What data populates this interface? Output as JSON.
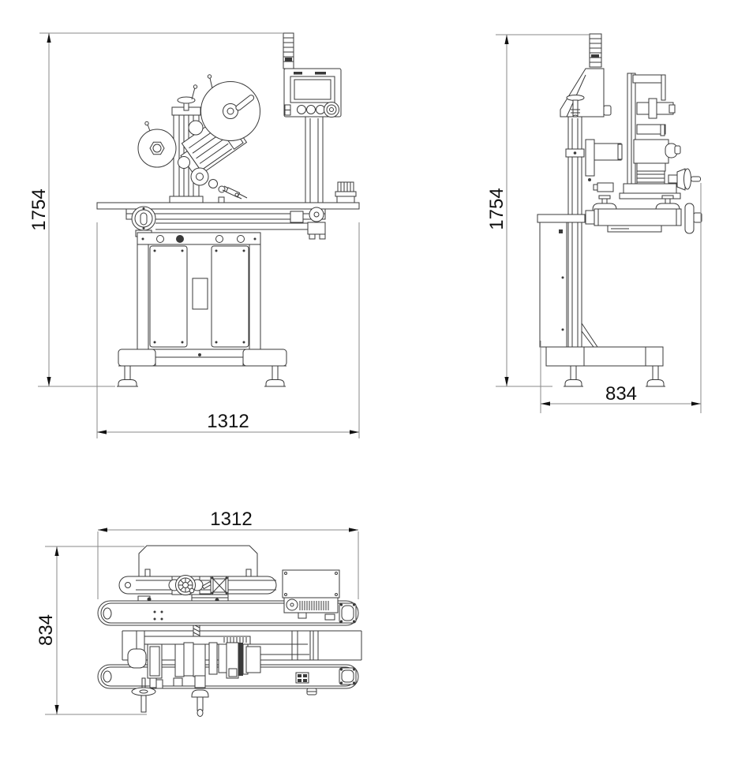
{
  "colors": {
    "background": "#ffffff",
    "machine_line": "#3a3a3a",
    "dimension_line": "#8a8a8a",
    "dimension_text": "#111111"
  },
  "views": {
    "front": {
      "dims": {
        "height": "1754",
        "width": "1312"
      }
    },
    "side": {
      "dims": {
        "height": "1754",
        "depth": "834"
      }
    },
    "top": {
      "dims": {
        "width": "1312",
        "depth": "834"
      }
    }
  }
}
